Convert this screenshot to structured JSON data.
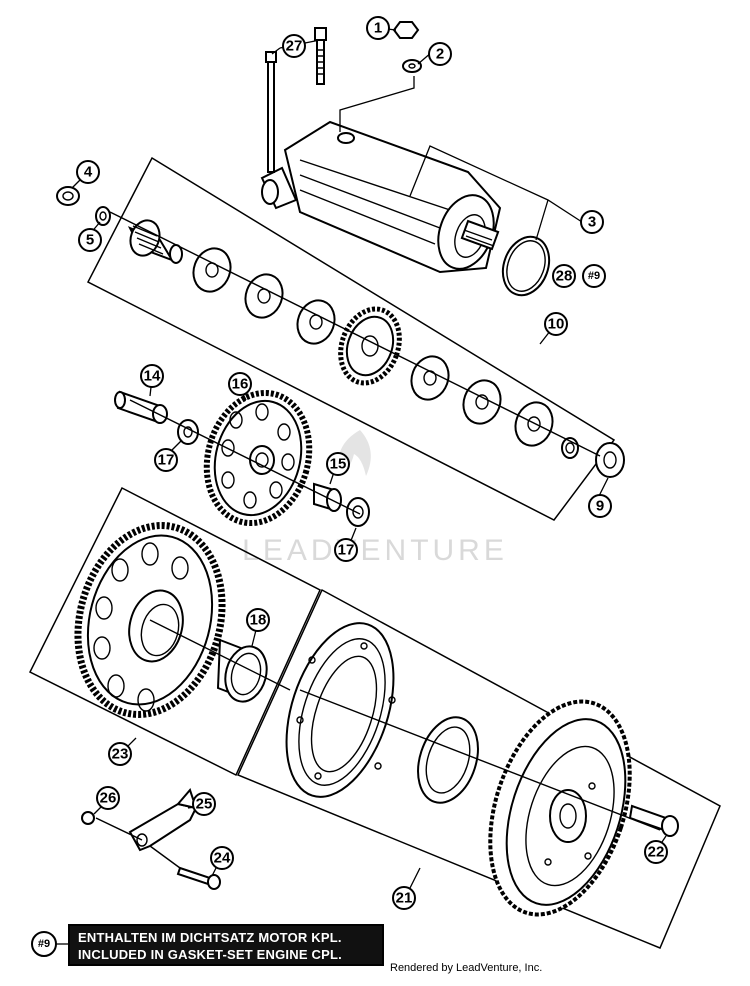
{
  "callouts": {
    "c1": "1",
    "c2": "2",
    "c3": "3",
    "c4": "4",
    "c5": "5",
    "c9a": "9",
    "c9b": "#9",
    "c10": "10",
    "c14": "14",
    "c15": "15",
    "c16": "16",
    "c17a": "17",
    "c17b": "17",
    "c18": "18",
    "c21": "21",
    "c22": "22",
    "c23": "23",
    "c24": "24",
    "c25": "25",
    "c26": "26",
    "c27": "27",
    "c28": "28",
    "note_ref": "#9"
  },
  "watermark": "LEADVENTURE",
  "note": {
    "line1": "ENTHALTEN IM DICHTSATZ MOTOR KPL.",
    "line2": "INCLUDED IN GASKET-SET ENGINE CPL."
  },
  "footer": "Rendered by LeadVenture, Inc."
}
